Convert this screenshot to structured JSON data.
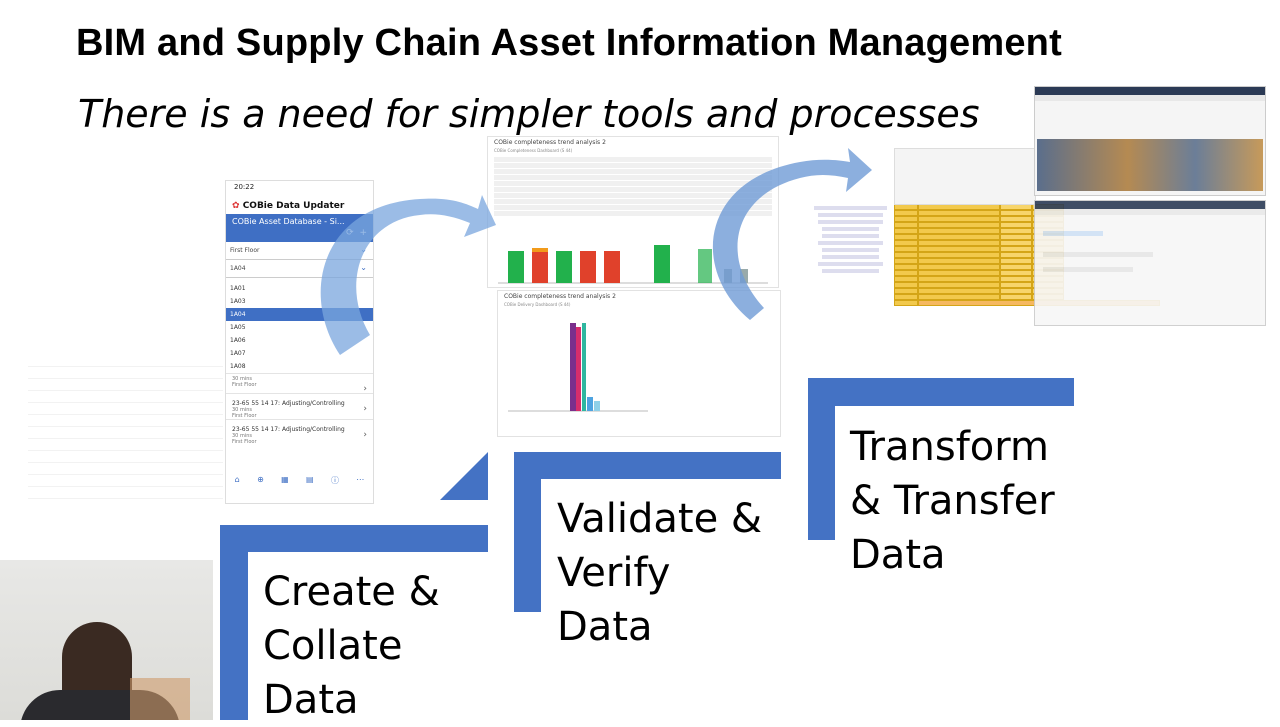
{
  "slide": {
    "title": "BIM and Supply Chain Asset Information Management",
    "subtitle": "There is a need for simpler tools and processes"
  },
  "phone": {
    "time": "20:22",
    "app_title": "COBie Data Updater",
    "bar_title": "COBie Asset Database - Si...",
    "floor": "First Floor",
    "space": "1A04",
    "list": [
      "1A01",
      "1A03",
      "1A04",
      "1A05",
      "1A06",
      "1A07",
      "1A08"
    ],
    "selected_index": 2,
    "tasks": [
      {
        "title": "23-65 55 14 17: Adjusting/Controlling",
        "time": "30 mins",
        "loc": "First Floor"
      },
      {
        "title": "23-65 55 14 17: Adjusting/Controlling",
        "time": "30 mins",
        "loc": "First Floor"
      }
    ]
  },
  "dash_top": {
    "title": "COBie completeness trend analysis 2",
    "subtitle": "COBie Completeness Dashboard (S 44)"
  },
  "dash_bottom": {
    "title": "COBie completeness trend analysis 2",
    "subtitle": "COBie Delivery Dashboard (S 44)"
  },
  "steps": {
    "create": [
      "Create &",
      "Collate",
      "Data"
    ],
    "validate": [
      "Validate &",
      "Verify",
      "Data"
    ],
    "transform": [
      "Transform",
      "& Transfer",
      "Data"
    ]
  },
  "colors": {
    "step_blue": "#4472c4",
    "bar_green": "#22b14c",
    "bar_red": "#e0412b",
    "bar_orange": "#f29b1b",
    "phone_blue": "#3f6fc4"
  },
  "icons": {
    "arrows": "curved-arrow-icon",
    "refresh": "refresh-icon",
    "add": "plus-icon",
    "chevron": "chevron-right-icon"
  }
}
